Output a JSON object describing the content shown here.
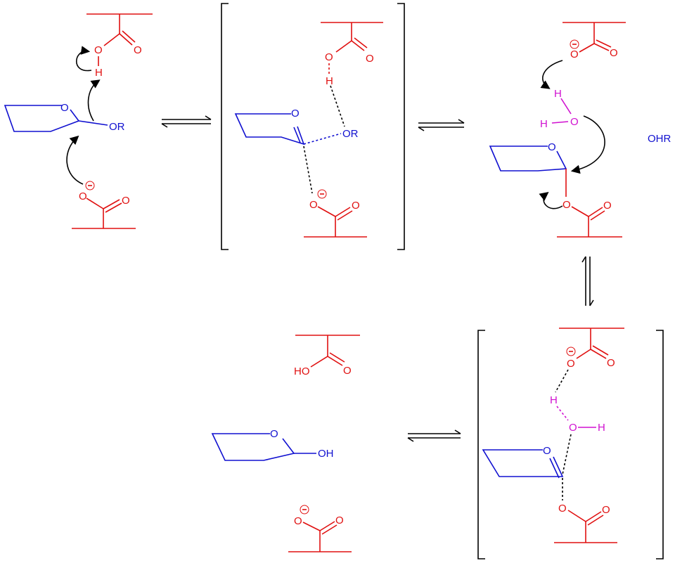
{
  "reactant": {
    "ring_o": "O",
    "leaving_group": "OR",
    "acid_o": "O",
    "acid_carbonyl_o": "O",
    "acid_h": "H",
    "base_o": "O",
    "base_carbonyl_o": "O"
  },
  "ts1": {
    "ring_o": "O",
    "leaving_group": "OR",
    "acid_o": "O",
    "acid_carbonyl_o": "O",
    "acid_h": "H",
    "base_o": "O",
    "base_carbonyl_o": "O"
  },
  "intermediate": {
    "base_o": "O",
    "base_carbonyl_o": "O",
    "water_h1": "H",
    "water_o": "O",
    "water_h2": "H",
    "ring_o": "O",
    "ester_o": "O",
    "ester_carbonyl_o": "O",
    "leaving": "OHR"
  },
  "ts2": {
    "base_o": "O",
    "base_carbonyl_o": "O",
    "water_h1": "H",
    "water_o": "O",
    "water_h2": "H",
    "ring_o": "O",
    "ester_o": "O",
    "ester_carbonyl_o": "O"
  },
  "product": {
    "acid_ho": "HO",
    "acid_carbonyl_o": "O",
    "ring_o": "O",
    "hydroxyl": "OH",
    "base_o": "O",
    "base_carbonyl_o": "O"
  },
  "colors": {
    "sugar": "#1010d0",
    "enzyme": "#e01010",
    "water": "#d010d0",
    "arrows": "#000000"
  }
}
